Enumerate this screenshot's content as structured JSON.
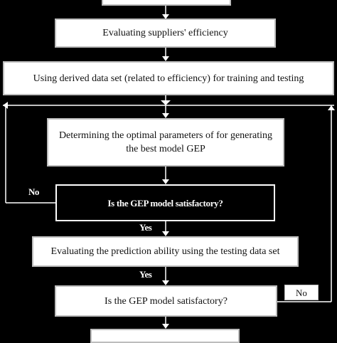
{
  "steps": {
    "evaluate_efficiency": "Evaluating suppliers' efficiency",
    "training_testing": "Using derived data set (related to efficiency) for training and testing",
    "optimal_params_line1": "Determining the optimal parameters of for generating",
    "optimal_params_line2": "the best model GEP",
    "decision_1": "Is the GEP model satisfactory?",
    "evaluate_prediction": "Evaluating the prediction ability using the testing data set",
    "decision_2": "Is the GEP model satisfactory?"
  },
  "labels": {
    "no_1": "No",
    "yes_1": "Yes",
    "yes_2": "Yes",
    "no_2": "No"
  },
  "colors": {
    "background": "#000000",
    "box_fill": "#ffffff",
    "line": "#ffffff"
  }
}
